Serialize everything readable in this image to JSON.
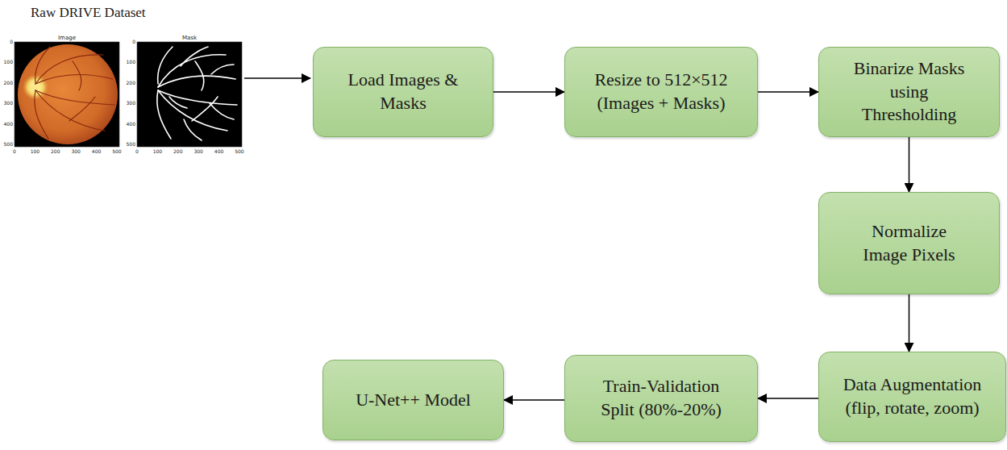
{
  "diagram": {
    "title": "Raw DRIVE Dataset",
    "nodes": [
      {
        "text": [
          "Load Images & Masks"
        ]
      },
      {
        "text": [
          "Resize to 512×512 (Images + Masks)"
        ]
      },
      {
        "text": [
          "Binarize Masks using Thresholding"
        ]
      },
      {
        "text": [
          "Normalize Image Pixels"
        ]
      },
      {
        "text": [
          "Data Augmentation (flip, rotate, zoom)"
        ]
      },
      {
        "text": [
          "Train-Validation Split (80%-20%)"
        ]
      },
      {
        "text": [
          "U-Net++ Model"
        ]
      }
    ],
    "edges": [
      {
        "from": 0,
        "to": 1,
        "arrow": "to"
      },
      {
        "from": 1,
        "to": 2,
        "arrow": "to"
      },
      {
        "from": 2,
        "to": 3,
        "arrow": "to"
      },
      {
        "from": 3,
        "to": 4,
        "arrow": "to"
      },
      {
        "from": 4,
        "to": 5,
        "arrow": "to"
      },
      {
        "from": 5,
        "to": 6,
        "arrow": "to"
      }
    ],
    "labels": [
      "Image",
      "Mask",
      "0",
      "100",
      "200",
      "300",
      "400",
      "500",
      "0",
      "100",
      "200",
      "300",
      "400",
      "500",
      "0",
      "100",
      "200",
      "300",
      "400",
      "500",
      "0",
      "100",
      "200",
      "300",
      "400",
      "500"
    ]
  }
}
